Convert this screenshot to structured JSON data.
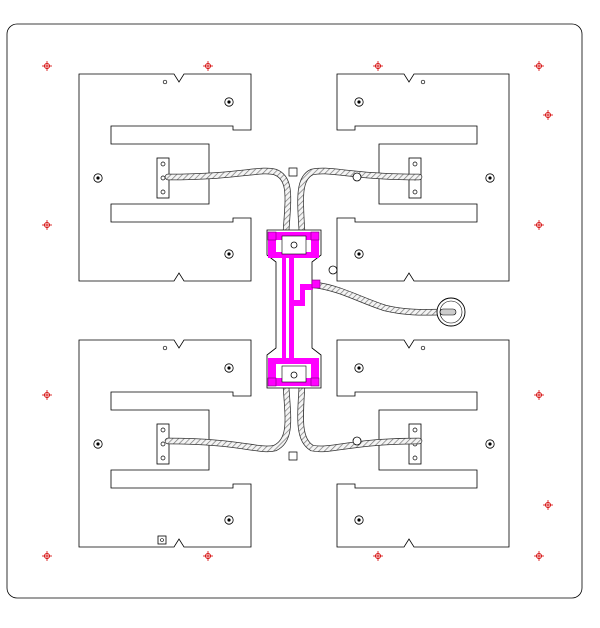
{
  "drawing": {
    "kind": "antenna array mechanical layout",
    "colors": {
      "outline": "#000000",
      "mark": "#d40000",
      "feed": "#ff00ff",
      "cable": "#888888",
      "background": "#ffffff"
    },
    "element_count": 4,
    "registration_mark_count": 14,
    "connector_count": 1,
    "text_labels": []
  }
}
